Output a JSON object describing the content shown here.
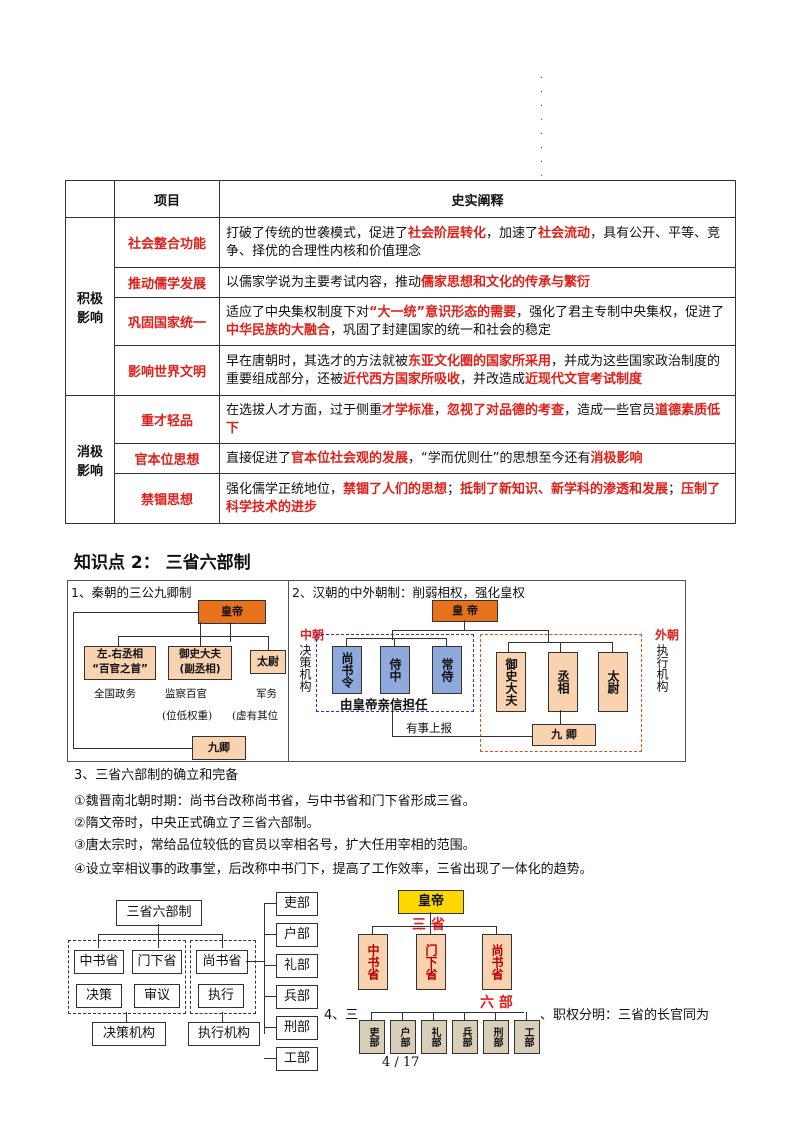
{
  "table": {
    "headers": [
      "项目",
      "史实阐释"
    ],
    "groups": [
      {
        "label": "积极影响",
        "rows": [
          {
            "item": "社会整合功能",
            "desc": [
              [
                "打破了传统的世袭模式，促进了",
                ""
              ],
              [
                "社会阶层转化",
                "hl"
              ],
              [
                "，加速了",
                ""
              ],
              [
                "社会流动",
                "hl"
              ],
              [
                "，具有公开、平等、竞争、择优的合理性内核和价值理念",
                ""
              ]
            ]
          },
          {
            "item": "推动儒学发展",
            "desc": [
              [
                "以儒家学说为主要考试内容，推动",
                ""
              ],
              [
                "儒家思想和文化的传承与繁衍",
                "hl"
              ]
            ]
          },
          {
            "item": "巩固国家统一",
            "desc": [
              [
                "适应了中央集权制度下对",
                ""
              ],
              [
                "“大一统”意识形态的需要",
                "hl"
              ],
              [
                "，强化了君主专制中央集权，促进了",
                ""
              ],
              [
                "中华民族的大融合",
                "hl"
              ],
              [
                "，巩固了封建国家的统一和社会的稳定",
                ""
              ]
            ]
          },
          {
            "item": "影响世界文明",
            "desc": [
              [
                "早在唐朝时，其选才的方法就被",
                ""
              ],
              [
                "东亚文化圈的国家所采用",
                "hl"
              ],
              [
                "，并成为这些国家政治制度的重要组成部分，还被",
                ""
              ],
              [
                "近代西方国家所吸收",
                "hl"
              ],
              [
                "，并改造成",
                ""
              ],
              [
                "近现代文官考试制度",
                "hl"
              ]
            ]
          }
        ]
      },
      {
        "label": "消极影响",
        "rows": [
          {
            "item": "重才轻品",
            "desc": [
              [
                "在选拔人才方面，过于侧重",
                ""
              ],
              [
                "才学标准",
                "hl"
              ],
              [
                "，",
                ""
              ],
              [
                "忽视了对品德的考查",
                "hl"
              ],
              [
                "，造成一些官员",
                ""
              ],
              [
                "道德素质低下",
                "hl"
              ]
            ]
          },
          {
            "item": "官本位思想",
            "desc": [
              [
                "直接促进了",
                ""
              ],
              [
                "官本位社会观的发展",
                "hl"
              ],
              [
                "，“学而优则仕”的思想至今还有",
                ""
              ],
              [
                "消极影响",
                "hl"
              ]
            ]
          },
          {
            "item": "禁锢思想",
            "desc": [
              [
                "强化儒学正统地位，",
                ""
              ],
              [
                "禁锢了人们的思想",
                "hl"
              ],
              [
                "；",
                ""
              ],
              [
                "抵制了新知识、新学科的渗透和发展",
                "hl"
              ],
              [
                "；",
                ""
              ],
              [
                "压制了科学技术的进步",
                "hl"
              ]
            ]
          }
        ]
      }
    ]
  },
  "section_title": "知识点 2：  三省六部制",
  "panel1": {
    "title": "1、秦朝的三公九卿制",
    "emperor": "皇帝",
    "b1": "左.右丞相\n“百官之首”",
    "b2": "御史大夫\n(副丞相)",
    "b3": "太尉",
    "c1": "全国政务",
    "c2": "监察百官",
    "c2b": "(位低权重)",
    "c3": "军务",
    "c3b": "(虚有其位",
    "jiuqing": "九卿"
  },
  "panel2": {
    "title": "2、汉朝的中外朝制：削弱相权，强化皇权",
    "emperor": "皇 帝",
    "zhongchao": "中朝",
    "zhongchao2": "决策机构",
    "waichao": "外朝",
    "waichao2": "执行机构",
    "inner": [
      "尚书令",
      "侍中",
      "常侍"
    ],
    "outer": [
      "御史大夫",
      "丞相",
      "太尉"
    ],
    "inner_note": "由皇帝亲信担任",
    "report": "有事上报",
    "jiuqing": "九 卿"
  },
  "list": {
    "title": "3、三省六部制的确立和完备",
    "items": [
      "①魏晋南北朝时期：尚书台改称尚书省，与中书省和门下省形成三省。",
      "②隋文帝时，中央正式确立了三省六部制。",
      "③唐太宗时，常给品位较低的官员以宰相名号，扩大任用宰相的范围。",
      "④设立宰相议事的政事堂，后改称中书门下，提高了工作效率，三省出现了一体化的趋势。"
    ]
  },
  "diag3": {
    "top": "三省六部制",
    "s1": "中书省",
    "s2": "门下省",
    "s3": "尚书省",
    "f1": "决策",
    "f2": "审议",
    "f3": "执行",
    "g1": "决策机构",
    "g2": "执行机构",
    "depts": [
      "吏部",
      "户部",
      "礼部",
      "兵部",
      "刑部",
      "工部"
    ]
  },
  "diag4": {
    "emperor": "皇帝",
    "sansheng": "三 省",
    "s": [
      "中书省",
      "门下省",
      "尚书省"
    ],
    "liubu": "六 部",
    "depts": [
      "吏部",
      "户部",
      "礼部",
      "兵部",
      "刑部",
      "工部"
    ]
  },
  "item4_prefix": "4、三",
  "item4_suffix": "、职权分明：三省的长官同为",
  "page": "4  /  17"
}
